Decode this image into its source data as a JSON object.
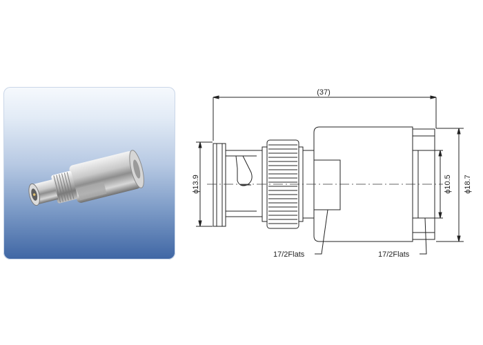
{
  "drawing": {
    "overall_length": "(37)",
    "diameter_left": "ϕ13.9",
    "diameter_inner_right": "ϕ10.5",
    "diameter_outer_right": "ϕ18.7",
    "flats_left": "17/2Flats",
    "flats_right": "17/2Flats"
  },
  "colors": {
    "panel_top": "#f6f9fd",
    "panel_bottom": "#3f66a4",
    "line": "#222222"
  }
}
